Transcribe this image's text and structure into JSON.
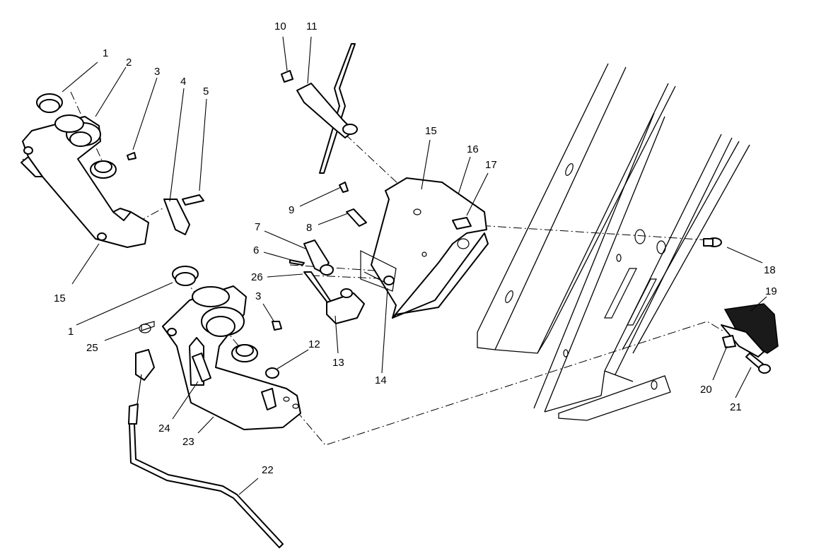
{
  "diagram": {
    "callouts": [
      {
        "id": "c1a",
        "text": "1"
      },
      {
        "id": "c2",
        "text": "2"
      },
      {
        "id": "c3a",
        "text": "3"
      },
      {
        "id": "c4",
        "text": "4"
      },
      {
        "id": "c5",
        "text": "5"
      },
      {
        "id": "c10",
        "text": "10"
      },
      {
        "id": "c11",
        "text": "11"
      },
      {
        "id": "c15a",
        "text": "15"
      },
      {
        "id": "c16",
        "text": "16"
      },
      {
        "id": "c17",
        "text": "17"
      },
      {
        "id": "c9",
        "text": "9"
      },
      {
        "id": "c8",
        "text": "8"
      },
      {
        "id": "c7",
        "text": "7"
      },
      {
        "id": "c6",
        "text": "6"
      },
      {
        "id": "c26",
        "text": "26"
      },
      {
        "id": "c18",
        "text": "18"
      },
      {
        "id": "c19",
        "text": "19"
      },
      {
        "id": "c15b",
        "text": "15"
      },
      {
        "id": "c1b",
        "text": "1"
      },
      {
        "id": "c3b",
        "text": "3"
      },
      {
        "id": "c25",
        "text": "25"
      },
      {
        "id": "c12",
        "text": "12"
      },
      {
        "id": "c13",
        "text": "13"
      },
      {
        "id": "c14",
        "text": "14"
      },
      {
        "id": "c20",
        "text": "20"
      },
      {
        "id": "c21",
        "text": "21"
      },
      {
        "id": "c24",
        "text": "24"
      },
      {
        "id": "c23",
        "text": "23"
      },
      {
        "id": "c22",
        "text": "22"
      }
    ]
  }
}
